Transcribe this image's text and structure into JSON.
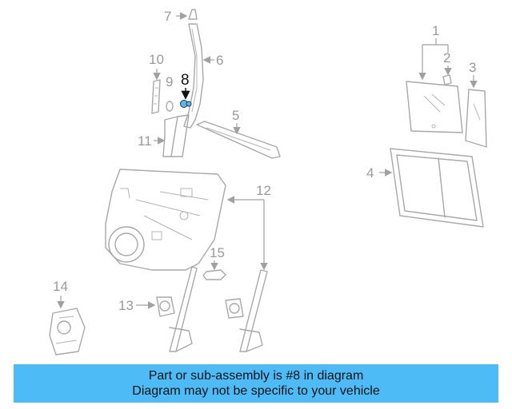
{
  "callouts": {
    "c1": "1",
    "c2": "2",
    "c3": "3",
    "c4": "4",
    "c5": "5",
    "c6": "6",
    "c7": "7",
    "c8": "8",
    "c9": "9",
    "c10": "10",
    "c11": "11",
    "c12": "12",
    "c13": "13",
    "c14": "14",
    "c15": "15"
  },
  "highlight": {
    "part_number": "8",
    "color": "#4dbcf6"
  },
  "banner": {
    "line1": "Part or sub-assembly is #8 in diagram",
    "line2": "Diagram may not be specific to your vehicle",
    "background": "#4dbcf6"
  }
}
